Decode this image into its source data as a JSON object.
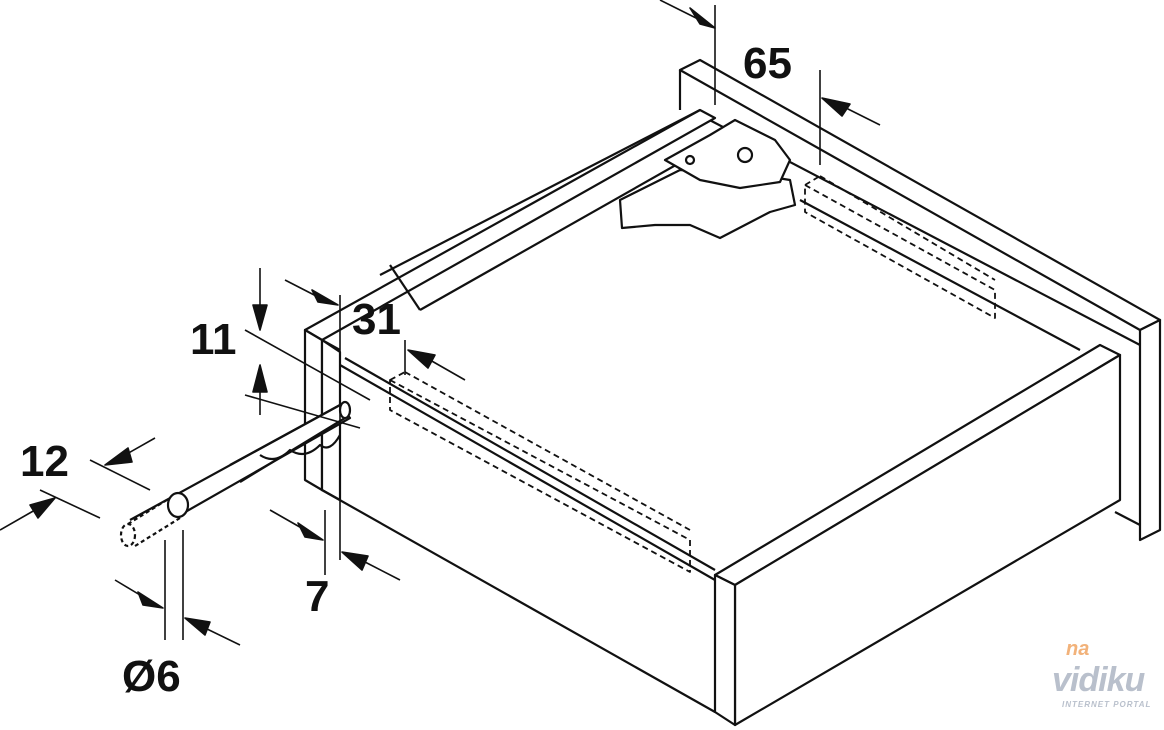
{
  "dimensions": {
    "d65": "65",
    "d31": "31",
    "d11": "11",
    "d12": "12",
    "d7": "7",
    "d6": "Ø6"
  },
  "watermark": {
    "prefix": "na",
    "name": "vidiku",
    "tagline": "INTERNET PORTAL"
  }
}
